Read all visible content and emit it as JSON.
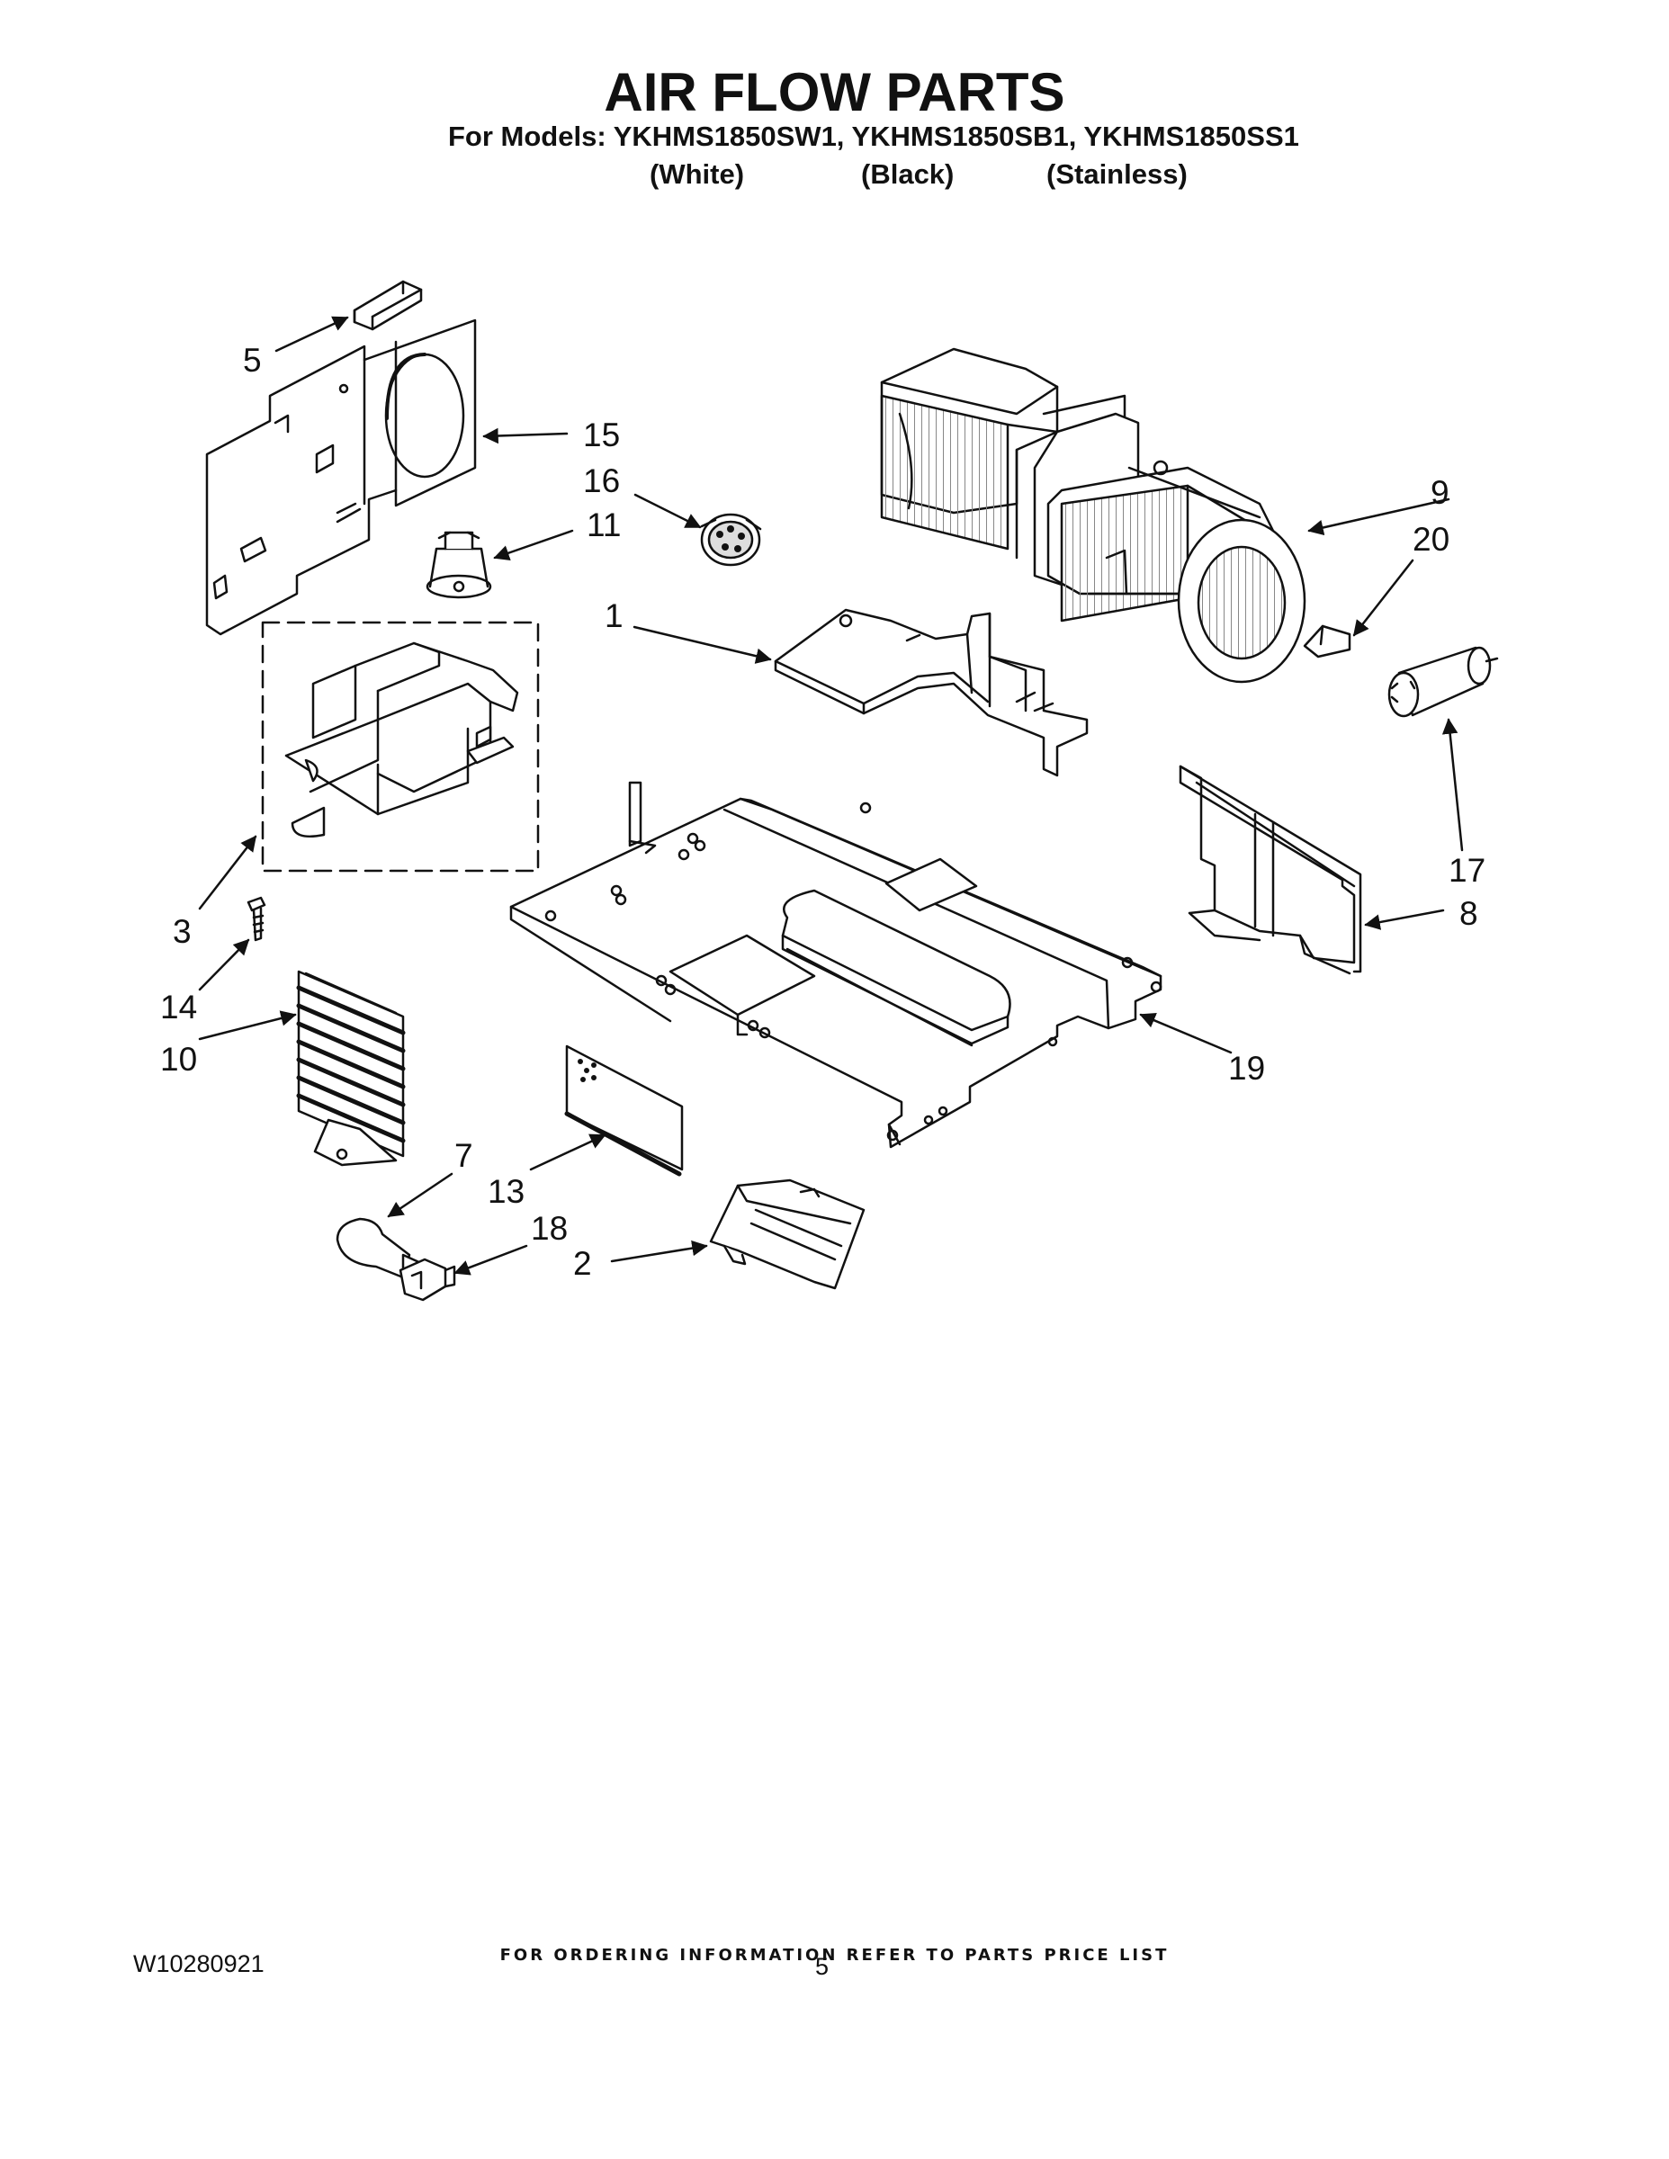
{
  "header": {
    "title": "AIR FLOW PARTS",
    "models_line": "For Models: YKHMS1850SW1, YKHMS1850SB1, YKHMS1850SS1",
    "variants": [
      "(White)",
      "(Black)",
      "(Stainless)"
    ]
  },
  "callouts": {
    "c1": "1",
    "c2": "2",
    "c3": "3",
    "c5": "5",
    "c7": "7",
    "c8": "8",
    "c9": "9",
    "c10": "10",
    "c11": "11",
    "c13": "13",
    "c14": "14",
    "c15": "15",
    "c16": "16",
    "c17": "17",
    "c18": "18",
    "c19": "19",
    "c20": "20"
  },
  "footer": {
    "ordering_note": "FOR ORDERING INFORMATION REFER TO PARTS PRICE LIST",
    "document_number": "W10280921",
    "page_number": "5"
  },
  "colors": {
    "ink": "#111111",
    "paper": "#ffffff",
    "shade": "#bdbdbd"
  }
}
